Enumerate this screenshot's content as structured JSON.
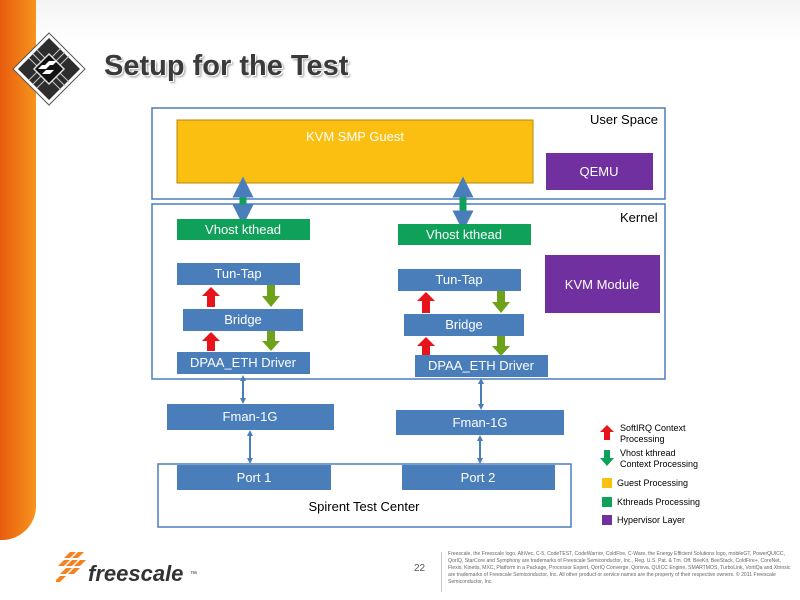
{
  "slide": {
    "title": "Setup for the Test",
    "page_number": "22",
    "legal_text": "Freescale, the Freescale logo, AltiVec, C-5, CodeTEST, CodeWarrior, ColdFire, C-Ware, the Energy Efficient Solutions logo, mobileGT, PowerQUICC, QorIQ, StarCore and Symphony are trademarks of Freescale Semiconductor, Inc., Reg. U.S. Pat. & Tm. Off. BeeKit, BeeStack, ColdFire+, CoreNet, Flexis, Kinetis, MXC, Platform in a Package, Processor Expert, QorIQ Converge, Qorivva, QUICC Engine, SMARTMOS, TurboLink, VortiQa and Xtrinsic are trademarks of Freescale Semiconductor, Inc. All other product or service names are the property of their respective owners. © 2011 Freescale Semiconductor, Inc.",
    "brand": {
      "wordmark": "freescale",
      "trademark": "™"
    }
  },
  "diagram": {
    "regions": {
      "user_space": "User Space",
      "kernel": "Kernel",
      "test_center": "Spirent Test Center"
    },
    "blocks": {
      "kvm_guest": "KVM SMP Guest",
      "qemu": "QEMU",
      "kvm_module": "KVM Module",
      "left_stack": {
        "vhost": "Vhost kthead",
        "tun_tap": "Tun-Tap",
        "bridge": "Bridge",
        "dpaa": "DPAA_ETH Driver",
        "fman": "Fman-1G",
        "port": "Port 1"
      },
      "right_stack": {
        "vhost": "Vhost kthead",
        "tun_tap": "Tun-Tap",
        "bridge": "Bridge",
        "dpaa": "DPAA_ETH Driver",
        "fman": "Fman-1G",
        "port": "Port 2"
      }
    },
    "legend": {
      "softirq_line1": "SoftIRQ Context",
      "softirq_line2": "Processing",
      "vhost_line1": "Vhost kthread",
      "vhost_line2": "Context Processing",
      "guest": "Guest Processing",
      "kthreads": "Kthreads Processing",
      "hypervisor": "Hypervisor Layer"
    },
    "colors": {
      "guest": "#fbbf12",
      "kthread": "#0fa05a",
      "hypervisor": "#7030a0",
      "driver": "#4a7ebb",
      "softirq_arrow": "#e8141c",
      "vhost_arrow": "#6ea21b",
      "link_arrow": "#4a7ebb"
    }
  }
}
